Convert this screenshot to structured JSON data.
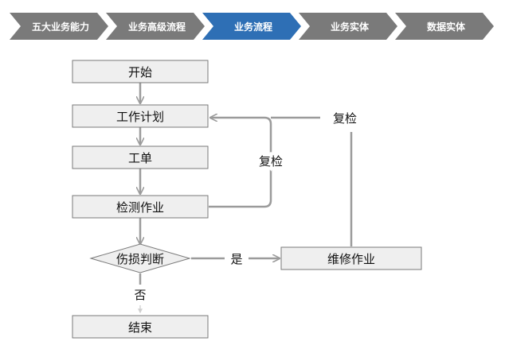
{
  "breadcrumb": {
    "steps": [
      {
        "label": "五大业务能力",
        "active": false
      },
      {
        "label": "业务高级流程",
        "active": false
      },
      {
        "label": "业务流程",
        "active": true
      },
      {
        "label": "业务实体",
        "active": false
      },
      {
        "label": "数据实体",
        "active": false
      }
    ]
  },
  "flowchart": {
    "start": "开始",
    "plan": "工作计划",
    "work_order": "工单",
    "inspection": "检测作业",
    "damage_judgement": "伤损判断",
    "repair": "维修作业",
    "end": "结束",
    "yes_label": "是",
    "no_label": "否",
    "recheck_label_inner": "复检",
    "recheck_label_outer": "复检"
  },
  "colors": {
    "chevron_inactive": "#7a7a7a",
    "chevron_active": "#2e6fb5",
    "box_fill": "#efefef",
    "box_stroke": "#7a7a7a",
    "connector": "#9b9b9b",
    "text": "#111111",
    "chevron_text": "#ffffff"
  }
}
